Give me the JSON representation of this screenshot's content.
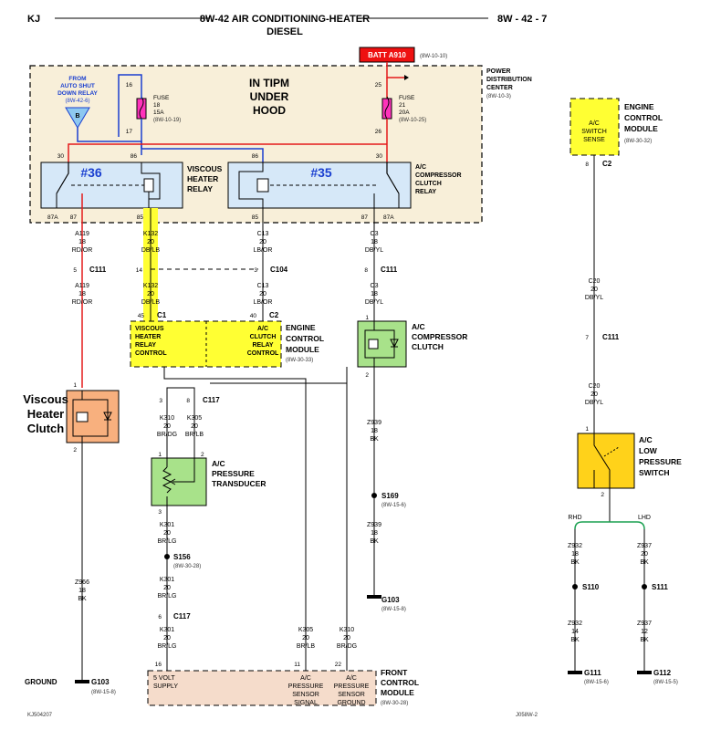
{
  "header": {
    "left": "KJ",
    "title": "8W-42 AIR CONDITIONING-HEATER",
    "subtitle": "DIESEL",
    "right": "8W - 42 - 7"
  },
  "footer": {
    "left": "KJ504207",
    "right": "J058W-2"
  },
  "colors": {
    "pdc_fill": "#f8efd9",
    "relay_fill": "#d6e8f8",
    "yellow": "#ffff33",
    "green": "#a8e28a",
    "orange": "#f8b07e",
    "gold": "#ffd21a",
    "red": "#e41a1a",
    "blue": "#1a3fd0",
    "fuse": "#ff33bb",
    "batt": "#ee1111"
  },
  "pdc": {
    "title_line1": "POWER",
    "title_line2": "DISTRIBUTION",
    "title_line3": "CENTER",
    "ref": "(8W-10-3)",
    "note_line1": "IN TIPM",
    "note_line2": "UNDER",
    "note_line3": "HOOD"
  },
  "batt": {
    "label": "BATT A910",
    "ref": "(8W-10-10)"
  },
  "from_asd": {
    "line1": "FROM",
    "line2": "AUTO SHUT",
    "line3": "DOWN RELAY",
    "ref": "(8W-42-6)",
    "connector": "B"
  },
  "fuse16": {
    "pin_top": "16",
    "label": "FUSE",
    "number": "18",
    "rating": "15A",
    "ref": "(8W-10-19)",
    "pin_bottom": "17"
  },
  "fuse21": {
    "pin_top": "25",
    "label": "FUSE",
    "number": "21",
    "rating": "20A",
    "ref": "(8W-10-25)",
    "pin_bottom": "26"
  },
  "relay36": {
    "tag": "#36",
    "name_line1": "VISCOUS",
    "name_line2": "HEATER",
    "name_line3": "RELAY",
    "pin30": "30",
    "pin86": "86",
    "pin87a": "87A",
    "pin87": "87",
    "pin85": "85"
  },
  "relay35": {
    "tag": "#35",
    "name_line1": "A/C",
    "name_line2": "COMPRESSOR",
    "name_line3": "CLUTCH",
    "name_line4": "RELAY",
    "pin86": "86",
    "pin30": "30",
    "pin85": "85",
    "pin87": "87",
    "pin87a": "87A"
  },
  "wires": {
    "a119_top": [
      "A119",
      "18",
      "RD/OR"
    ],
    "a119_bot": [
      "A119",
      "18",
      "RD/OR"
    ],
    "k132_top": [
      "K132",
      "20",
      "DB/LB"
    ],
    "k132_bot": [
      "K132",
      "20",
      "DB/LB"
    ],
    "c13_top": [
      "C13",
      "20",
      "LB/OR"
    ],
    "c13_bot": [
      "C13",
      "20",
      "LB/OR"
    ],
    "c3_top": [
      "C3",
      "18",
      "DB/YL"
    ],
    "c3_bot": [
      "C3",
      "18",
      "DB/YL"
    ],
    "c20_top": [
      "C20",
      "20",
      "DB/YL"
    ],
    "c20_bot": [
      "C20",
      "20",
      "DB/YL"
    ],
    "k310_top": [
      "K310",
      "20",
      "BR/DG"
    ],
    "k305_top": [
      "K305",
      "20",
      "BR/LB"
    ],
    "k301_a": [
      "K301",
      "20",
      "BR/LG"
    ],
    "k301_b": [
      "K301",
      "20",
      "BR/LG"
    ],
    "k301_c": [
      "K301",
      "20",
      "BR/LG"
    ],
    "z966": [
      "Z966",
      "18",
      "BK"
    ],
    "z939_a": [
      "Z939",
      "18",
      "BK"
    ],
    "z939_b": [
      "Z939",
      "18",
      "BK"
    ],
    "k305_bot": [
      "K305",
      "20",
      "BR/LB"
    ],
    "k310_bot": [
      "K310",
      "20",
      "BR/DG"
    ],
    "z932_a": [
      "Z932",
      "18",
      "BK"
    ],
    "z932_b": [
      "Z932",
      "14",
      "BK"
    ],
    "z937_a": [
      "Z937",
      "20",
      "BK"
    ],
    "z937_b": [
      "Z937",
      "12",
      "BK"
    ]
  },
  "connectors": {
    "c111_a": {
      "pin": "5",
      "name": "C111"
    },
    "c111_b": {
      "pin": "8",
      "name": "C111"
    },
    "c111_c": {
      "pin": "7",
      "name": "C111"
    },
    "c104": {
      "left": "14",
      "pin": "3",
      "name": "C104"
    },
    "c1": {
      "pin": "45",
      "name": "C1"
    },
    "c2": {
      "pin": "40",
      "name": "C2"
    },
    "c117_a": {
      "left": "3",
      "pin": "8",
      "name": "C117"
    },
    "c117_b": {
      "pin": "6",
      "name": "C117"
    },
    "ecm_c2": {
      "pin": "8",
      "name": "C2"
    }
  },
  "ecm_left": {
    "cell1_line1": "VISCOUS",
    "cell1_line2": "HEATER",
    "cell1_line3": "RELAY",
    "cell1_line4": "CONTROL",
    "cell2_line1": "A/C",
    "cell2_line2": "CLUTCH",
    "cell2_line3": "RELAY",
    "cell2_line4": "CONTROL",
    "name_line1": "ENGINE",
    "name_line2": "CONTROL",
    "name_line3": "MODULE",
    "ref": "(8W-30-33)"
  },
  "ecm_right": {
    "cell_line1": "A/C",
    "cell_line2": "SWITCH",
    "cell_line3": "SENSE",
    "name_line1": "ENGINE",
    "name_line2": "CONTROL",
    "name_line3": "MODULE",
    "ref": "(8W-30-32)"
  },
  "compressor_clutch": {
    "name_line1": "A/C",
    "name_line2": "COMPRESSOR",
    "name_line3": "CLUTCH",
    "pin1": "1",
    "pin2": "2"
  },
  "viscous_clutch": {
    "line1": "Viscous",
    "line2": "Heater",
    "line3": "Clutch",
    "pin1": "1",
    "pin2": "2"
  },
  "pressure_transducer": {
    "line1": "A/C",
    "line2": "PRESSURE",
    "line3": "TRANSDUCER",
    "pin1": "1",
    "pin2": "2",
    "pin3": "3"
  },
  "low_pressure_switch": {
    "line1": "A/C",
    "line2": "LOW",
    "line3": "PRESSURE",
    "line4": "SWITCH",
    "pin1": "1",
    "pin2": "2"
  },
  "splices": {
    "s156": {
      "name": "S156",
      "ref": "(8W-30-28)"
    },
    "s169": {
      "name": "S169",
      "ref": "(8W-15-6)"
    },
    "s110": {
      "name": "S110"
    },
    "s111": {
      "name": "S111"
    }
  },
  "grounds": {
    "g103_a": {
      "label": "GROUND",
      "name": "G103",
      "ref": "(8W-15-8)"
    },
    "g103_b": {
      "name": "G103",
      "ref": "(8W-15-8)"
    },
    "g111": {
      "name": "G111",
      "ref": "(8W-15-6)"
    },
    "g112": {
      "name": "G112",
      "ref": "(8W-15-5)"
    }
  },
  "rhd": "RHD",
  "lhd": "LHD",
  "fcm": {
    "pin16": "16",
    "pin11": "11",
    "pin22": "22",
    "cell1_line1": "5 VOLT",
    "cell1_line2": "SUPPLY",
    "cell2_line1": "A/C",
    "cell2_line2": "PRESSURE",
    "cell2_line3": "SENSOR",
    "cell2_line4": "SIGNAL",
    "cell3_line1": "A/C",
    "cell3_line2": "PRESSURE",
    "cell3_line3": "SENSOR",
    "cell3_line4": "GROUND",
    "name_line1": "FRONT",
    "name_line2": "CONTROL",
    "name_line3": "MODULE",
    "ref": "(8W-30-28)"
  }
}
